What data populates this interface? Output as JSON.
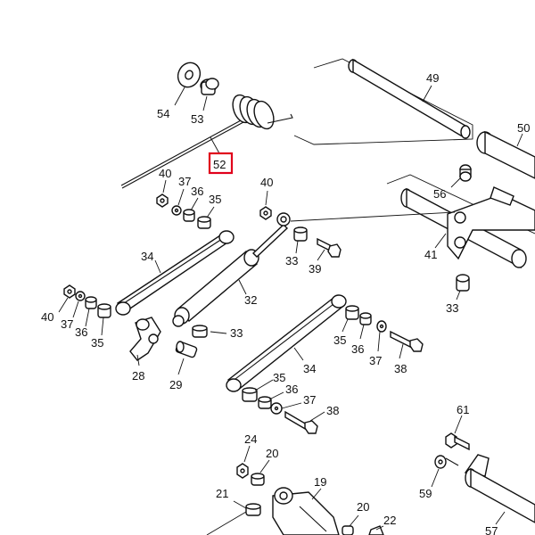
{
  "highlight_color": "#e0001b",
  "highlighted_part": "52",
  "labels": {
    "p54": "54",
    "p53": "53",
    "p52": "52",
    "p49": "49",
    "p50": "50",
    "p56": "56",
    "p40a": "40",
    "p37a": "37",
    "p36a": "36",
    "p35a": "35",
    "p40b": "40",
    "p41": "41",
    "p33a": "33",
    "p39": "39",
    "p34a": "34",
    "p32": "32",
    "p33b": "33",
    "p40c": "40",
    "p37b": "37",
    "p36b": "36",
    "p35b": "35",
    "p28": "28",
    "p29": "29",
    "p33c": "33",
    "p35c": "35",
    "p36c": "36",
    "p37c": "37",
    "p38a": "38",
    "p34b": "34",
    "p35d": "35",
    "p36d": "36",
    "p37d": "37",
    "p38b": "38",
    "p61": "61",
    "p24": "24",
    "p20a": "20",
    "p19": "19",
    "p21": "21",
    "p20b": "20",
    "p22": "22",
    "p59": "59",
    "p57": "57"
  }
}
